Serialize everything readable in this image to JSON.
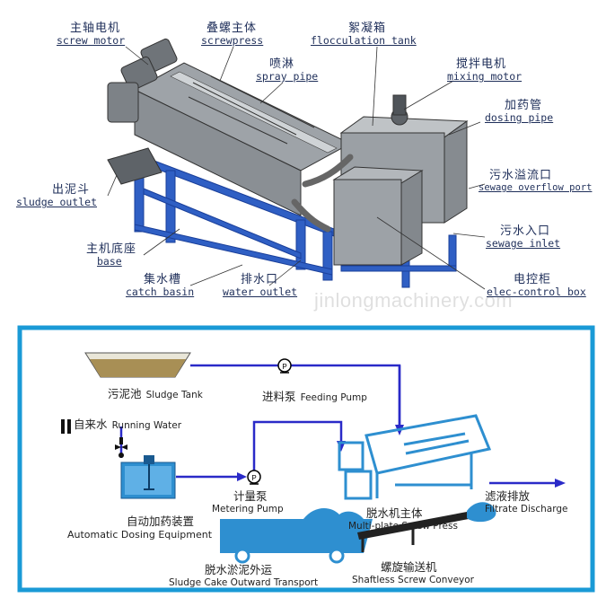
{
  "machine_labels": {
    "screw_motor": {
      "zh": "主轴电机",
      "en": "screw motor"
    },
    "screwpress": {
      "zh": "叠螺主体",
      "en": "screwpress"
    },
    "flocculation_tank": {
      "zh": "絮凝箱",
      "en": "flocculation tank"
    },
    "spray_pipe": {
      "zh": "喷淋",
      "en": "spray pipe"
    },
    "mixing_motor": {
      "zh": "搅拌电机",
      "en": "mixing motor"
    },
    "dosing_pipe": {
      "zh": "加药管",
      "en": "dosing pipe"
    },
    "sewage_overflow": {
      "zh": "污水溢流口",
      "en": "sewage overflow port"
    },
    "sludge_outlet": {
      "zh": "出泥斗",
      "en": "sludge outlet"
    },
    "sewage_inlet": {
      "zh": "污水入口",
      "en": "sewage inlet"
    },
    "base": {
      "zh": "主机底座",
      "en": "base"
    },
    "catch_basin": {
      "zh": "集水槽",
      "en": "catch basin"
    },
    "water_outlet": {
      "zh": "排水口",
      "en": "water outlet"
    },
    "elec_box": {
      "zh": "电控柜",
      "en": "elec-control box"
    }
  },
  "watermark": "jinlongmachinery.com",
  "process": {
    "sludge_tank": {
      "zh": "污泥池",
      "en": "Sludge Tank"
    },
    "feeding_pump": {
      "zh": "进料泵",
      "en": "Feeding Pump"
    },
    "running_water": {
      "zh": "自来水",
      "en": "Running Water"
    },
    "metering_pump": {
      "zh": "计量泵",
      "en": "Metering Pump"
    },
    "dosing_equipment": {
      "zh": "自动加药装置",
      "en": "Automatic Dosing Equipment"
    },
    "screw_press": {
      "zh": "脱水机主体",
      "en": "Multi-plate Screw Press"
    },
    "filtrate": {
      "zh": "滤液排放",
      "en": "Filtrate Discharge"
    },
    "sludge_transport": {
      "zh": "脱水淤泥外运",
      "en": "Sludge Cake Outward Transport"
    },
    "conveyor": {
      "zh": "螺旋输送机",
      "en": "Shaftless Screw Conveyor"
    }
  },
  "colors": {
    "frame": "#1a9ad6",
    "pipe": "#2a2ac8",
    "equipment": "#2e8fd0",
    "steel": "#2f5fc4"
  }
}
